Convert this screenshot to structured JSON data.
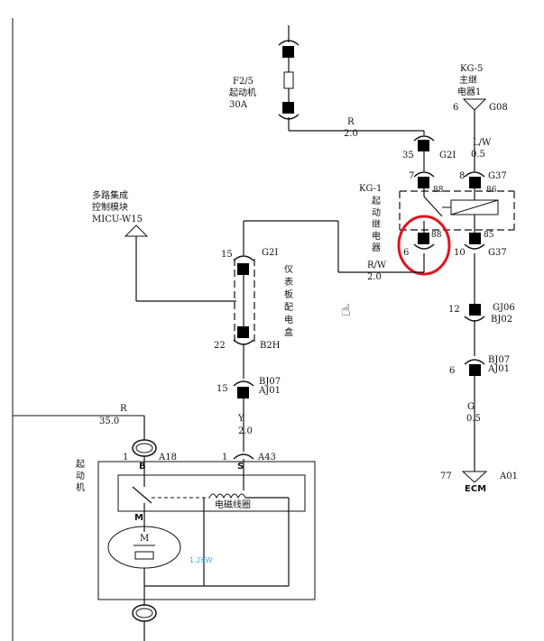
{
  "labels": {
    "fuse_id": "F2/5",
    "fuse_name": "起动机",
    "fuse_rating": "30A",
    "wire_r_top_color": "R",
    "wire_r_top_size": "2.0",
    "conn_35": "35",
    "conn_g2i_top": "G2I",
    "relay_ref": "KG-5",
    "relay_name_1": "主继",
    "relay_name_2": "电器1",
    "pin_6_g08": "6",
    "conn_g08": "G08",
    "wire_lw": "L/W",
    "wire_lw_size": "0.5",
    "pin_7": "7",
    "pin_8": "8",
    "conn_g37_top": "G37",
    "pin_88a": "88",
    "pin_86": "86",
    "kg1_ref": "KG-1",
    "kg1_name_chars": [
      "起",
      "动",
      "继",
      "电",
      "器"
    ],
    "pin_88b": "88",
    "pin_85": "85",
    "pin_6b": "6",
    "pin_10": "10",
    "conn_g37_bot": "G37",
    "wire_rw": "R/W",
    "wire_rw_size": "2.0",
    "module_line1": "多路集成",
    "module_line2": "控制模块",
    "module_line3": "MICU-W15",
    "pin_15a": "15",
    "conn_g2i_mid": "G2I",
    "panel_chars": [
      "仪",
      "表",
      "板",
      "配",
      "电",
      "盒"
    ],
    "pin_22": "22",
    "conn_b2h": "B2H",
    "pin_15b": "15",
    "conn_bj07_a": "BJ07",
    "conn_aj01_a": "AJ01",
    "pin_12": "12",
    "conn_gj06": "GJ06",
    "conn_bj02": "BJ02",
    "pin_6c": "6",
    "conn_bj07_b": "BJ07",
    "conn_aj01_b": "AJ01",
    "wire_g": "G",
    "wire_g_size": "0.5",
    "wire_r_bot": "R",
    "wire_r_bot_size": "35.0",
    "wire_y": "Y",
    "wire_y_size": "2.0",
    "pin_77": "77",
    "conn_a01": "A01",
    "ecm": "ECM",
    "starter_chars": [
      "起",
      "动",
      "机"
    ],
    "pin_1a": "1",
    "conn_a18": "A18",
    "pin_1b": "1",
    "conn_a43": "A43",
    "term_b": "B",
    "term_s": "S",
    "term_m": "M",
    "solenoid": "电磁线圈",
    "motor": "M",
    "power": "1.2KW"
  },
  "colors": {
    "line": "#111111",
    "highlight": "#e0141c",
    "power_text": "#33b6e0"
  }
}
